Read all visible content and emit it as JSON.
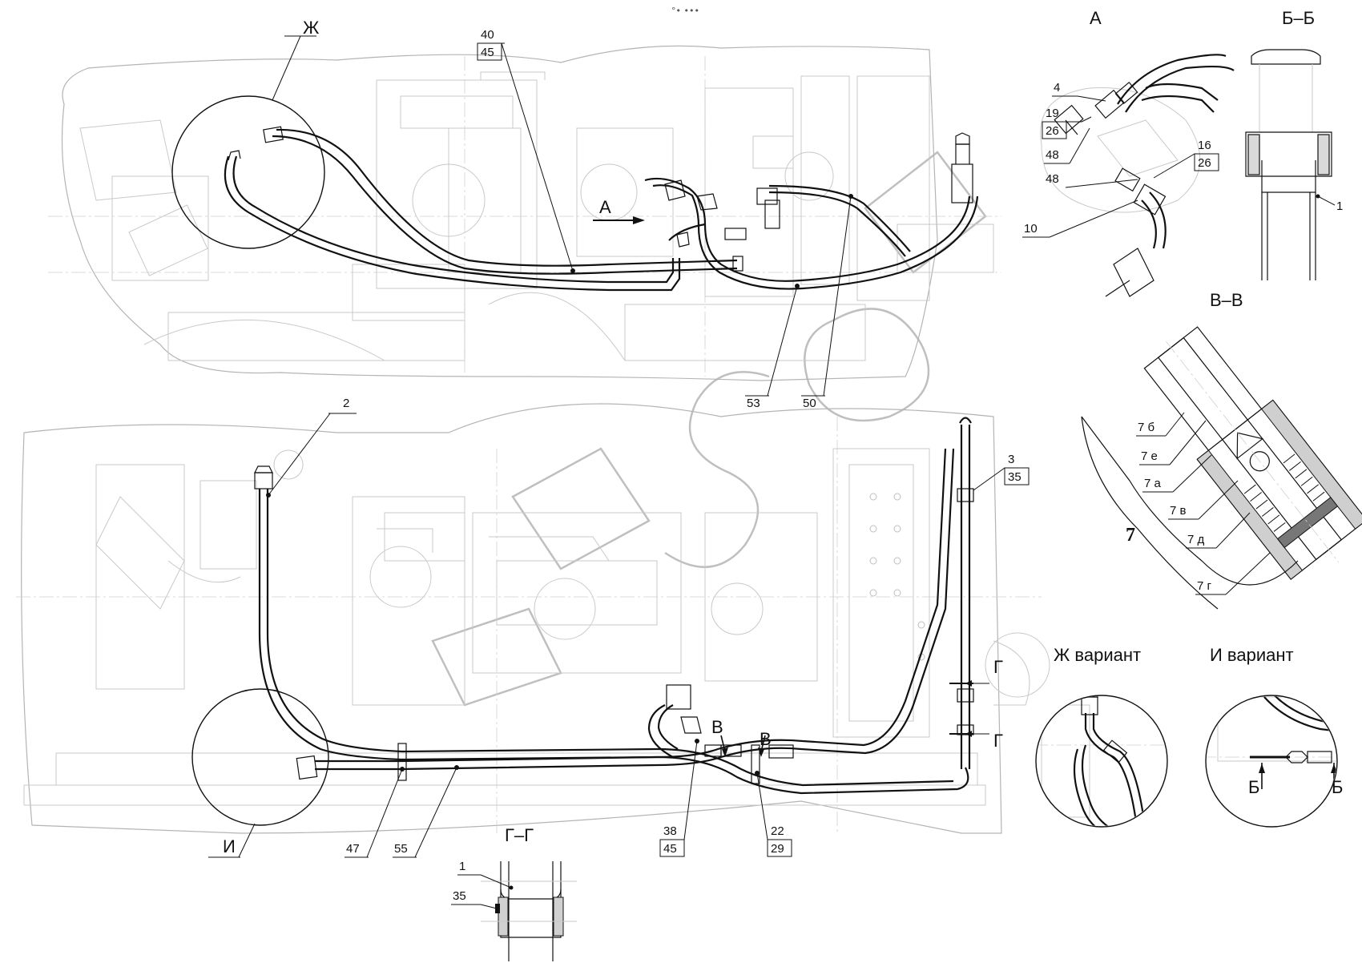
{
  "top_mark": "°• •••",
  "views": {
    "zh_letter": "Ж",
    "a_title": "А",
    "a_arrow": "А",
    "bb_title": "Б–Б",
    "vv_title": "В–В",
    "zh_variant": "Ж вариант",
    "i_variant": "И вариант",
    "gg_title": "Г–Г",
    "i_letter": "И",
    "big7": "7",
    "g_mark": "Г",
    "v_mark": "В",
    "b_mark": "Б"
  },
  "callouts": {
    "c40": "40",
    "c45": "45",
    "c53": "53",
    "c50": "50",
    "c2": "2",
    "c3": "3",
    "c35": "35",
    "c47": "47",
    "c55": "55",
    "c38": "38",
    "c45b": "45",
    "c22": "22",
    "c29": "29",
    "a4": "4",
    "a19": "19",
    "a26": "26",
    "a48": "48",
    "a16": "16",
    "a26b": "26",
    "a48b": "48",
    "a10": "10",
    "bb1": "1",
    "v7b": "7 б",
    "v7e": "7 е",
    "v7a": "7 а",
    "v7v": "7 в",
    "v7d": "7 д",
    "v7g": "7 г",
    "gg1": "1",
    "gg35": "35"
  }
}
